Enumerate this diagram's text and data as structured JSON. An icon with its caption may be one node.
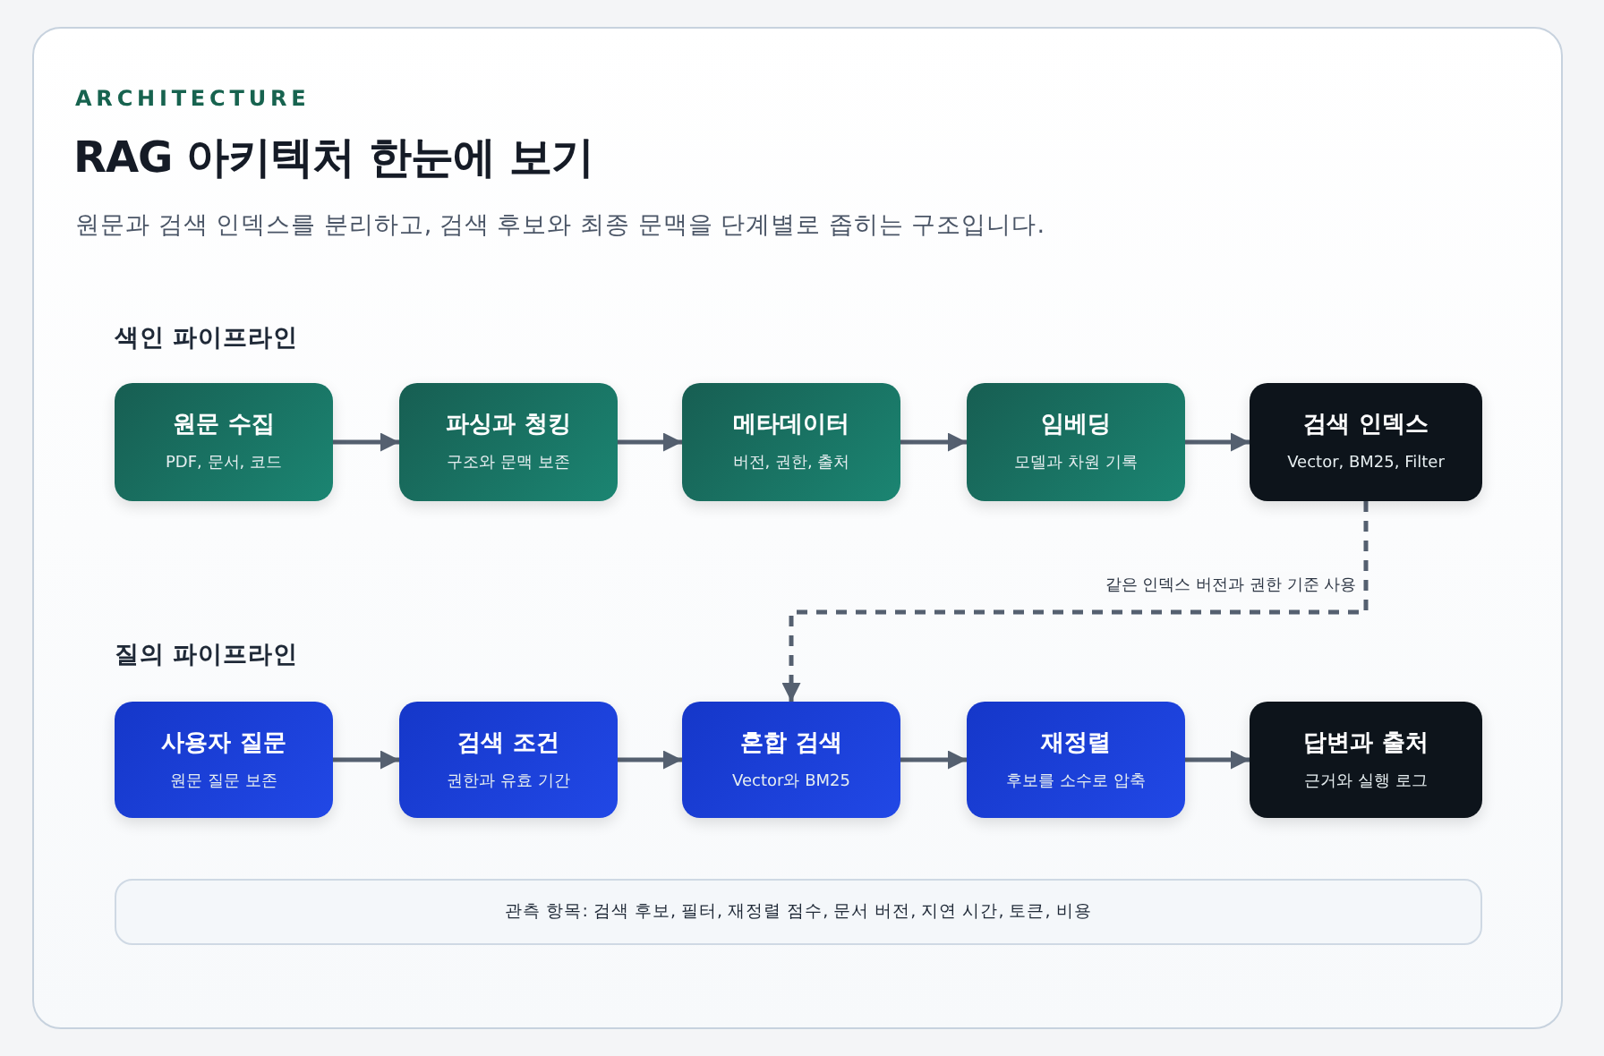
{
  "diagram": {
    "title": "RAG 아키텍처 한눈에 보기",
    "nodes": [
      {
        "text": [
          "원문 수집",
          "PDF, 문서, 코드"
        ]
      },
      {
        "text": [
          "파싱과 청킹",
          "구조와 문맥 보존"
        ]
      },
      {
        "text": [
          "메타데이터",
          "버전, 권한, 출처"
        ]
      },
      {
        "text": [
          "임베딩",
          "모델과 차원 기록"
        ]
      },
      {
        "text": [
          "검색 인덱스",
          "Vector, BM25, Filter"
        ]
      },
      {
        "text": [
          "사용자 질문",
          "원문 질문 보존"
        ]
      },
      {
        "text": [
          "검색 조건",
          "권한과 유효 기간"
        ]
      },
      {
        "text": [
          "혼합 검색",
          "Vector와 BM25"
        ]
      },
      {
        "text": [
          "재정렬",
          "후보를 소수로 압축"
        ]
      },
      {
        "text": [
          "답변과 출처",
          "근거와 실행 로그"
        ]
      },
      {
        "text": [
          "관측 항목: 검색 후보, 필터, 재정렬 점수, 문서 버전, 지연 시간, 토큰, 비용"
        ]
      }
    ],
    "edges": [
      {
        "from": 0,
        "to": 1,
        "arrow": "to"
      },
      {
        "from": 1,
        "to": 2,
        "arrow": "to"
      },
      {
        "from": 2,
        "to": 3,
        "arrow": "to"
      },
      {
        "from": 3,
        "to": 4,
        "arrow": "to"
      },
      {
        "from": 4,
        "to": 7,
        "arrow": "to",
        "label": "같은 인덱스 버전과 권한 기준 사용",
        "style": "dashed"
      },
      {
        "from": 5,
        "to": 6,
        "arrow": "to"
      },
      {
        "from": 6,
        "to": 7,
        "arrow": "to"
      },
      {
        "from": 7,
        "to": 8,
        "arrow": "to"
      },
      {
        "from": 8,
        "to": 9,
        "arrow": "to"
      }
    ],
    "labels": [
      "ARCHITECTURE",
      "원문과 검색 인덱스를 분리하고, 검색 후보와 최종 문맥을 단계별로 좁히는 구조입니다.",
      "색인 파이프라인",
      "질의 파이프라인"
    ]
  }
}
